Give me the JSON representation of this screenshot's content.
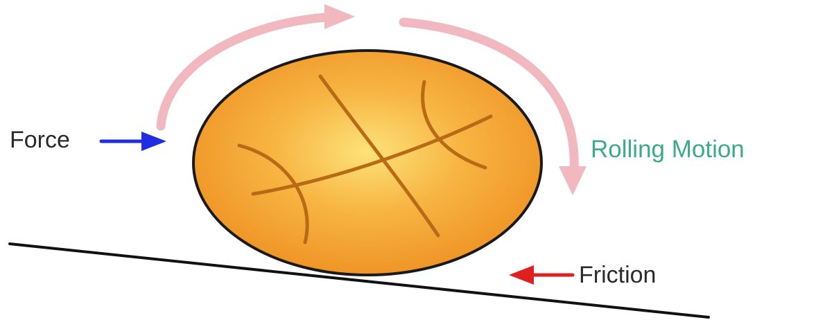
{
  "labels": {
    "force": "Force",
    "rolling_motion": "Rolling Motion",
    "friction": "Friction"
  },
  "colors": {
    "force_arrow": "#1f2ee0",
    "friction_arrow": "#e01f1f",
    "rotation_arrow": "#f2b8bf",
    "rolling_text": "#3aaa88",
    "ball_fill": "#f5a233",
    "ball_highlight": "#fde27a",
    "ball_outline": "#1a1a1a",
    "ball_seams": "#b86a14",
    "ground_line": "#111111"
  },
  "icons": {
    "force": "arrow-right-icon",
    "friction": "arrow-left-icon",
    "rotation": "curved-arrow-clockwise-icon"
  }
}
